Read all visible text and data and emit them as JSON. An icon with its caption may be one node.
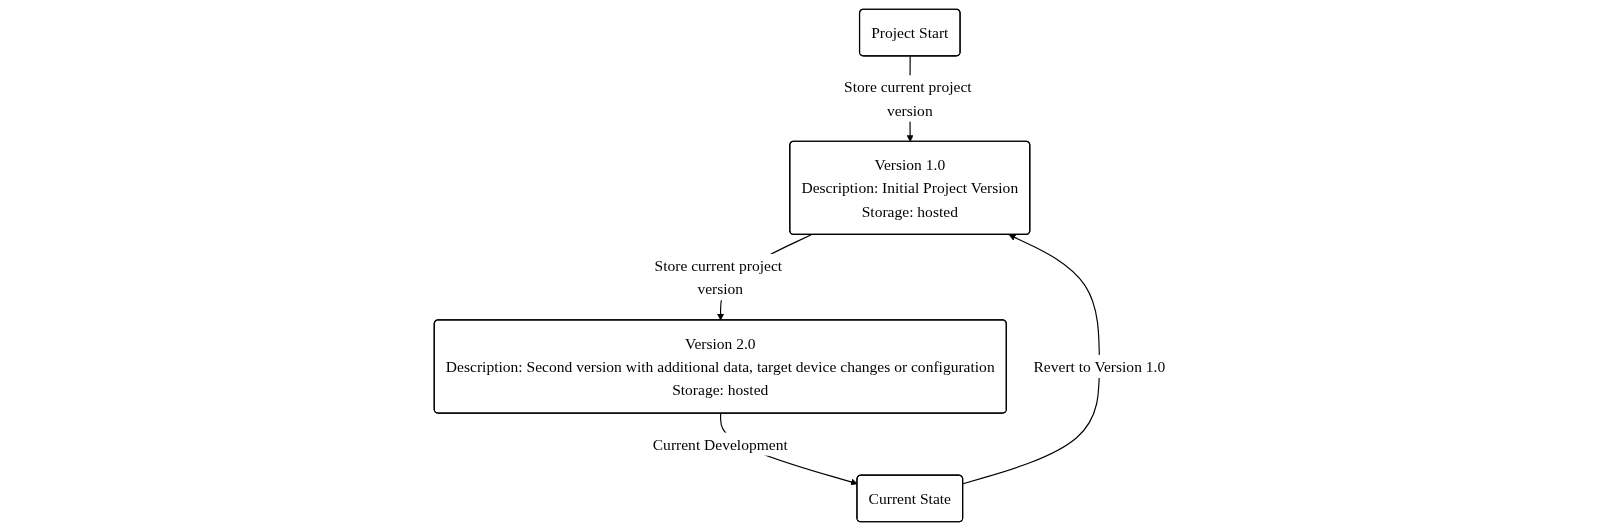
{
  "diagram": {
    "nodes": [
      {
        "text": [
          "Project Start"
        ]
      },
      {
        "text": [
          "Current State"
        ]
      },
      {
        "text": [
          "Version 1.0",
          "Description: Initial Project Version",
          "Storage: hosted"
        ]
      },
      {
        "text": [
          "Version 2.0",
          "Description: Second version with additional data, target device changes or configuration",
          "Storage: hosted"
        ]
      }
    ],
    "edges": [
      {
        "from": 0,
        "to": 2,
        "arrow": "to",
        "label": "Store current project version"
      },
      {
        "from": 1,
        "to": 2,
        "arrow": "to",
        "label": "Revert to Version 1.0"
      },
      {
        "from": 2,
        "to": 3,
        "arrow": "to",
        "label": "Store current project version"
      },
      {
        "from": 3,
        "to": 1,
        "arrow": "to",
        "label": "Current Development"
      }
    ]
  }
}
